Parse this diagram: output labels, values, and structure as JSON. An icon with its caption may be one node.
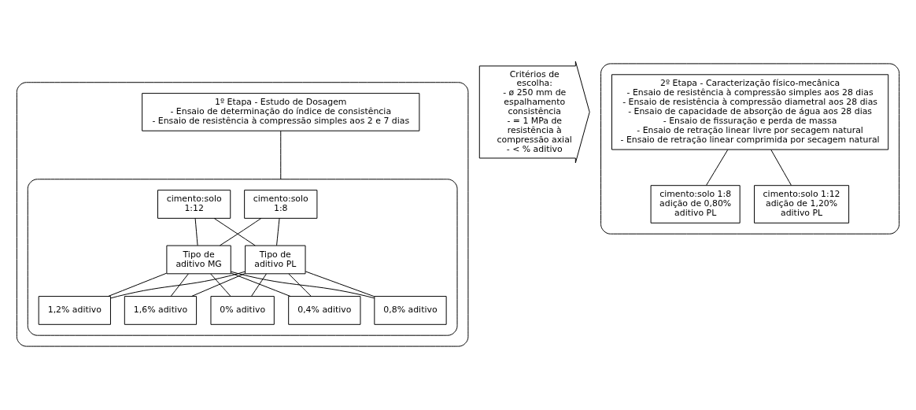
{
  "diagram": {
    "nodes": [
      {
        "text": [],
        "shape": "box"
      },
      {
        "text": [
          "1º Etapa - Estudo de Dosagem",
          "- Ensaio de determinação do índice de consistência",
          "- Ensaio de resistência à compressão simples aos 2 e 7 dias"
        ],
        "in": 0
      },
      {
        "text": [],
        "shape": "box",
        "in": 0
      },
      {
        "text": [
          "cimento:solo 1:8"
        ],
        "in": 2
      },
      {
        "text": [
          "Tipo de aditivo MG"
        ],
        "in": 2
      },
      {
        "text": [
          "0% aditivo"
        ],
        "in": 2
      },
      {
        "text": [
          "0,4% aditivo"
        ],
        "in": 2
      },
      {
        "text": [
          "0,8% aditivo"
        ],
        "in": 2
      },
      {
        "text": [
          "Tipo de aditivo PL"
        ],
        "in": 2
      },
      {
        "text": [
          "1,2% aditivo"
        ],
        "in": 2
      },
      {
        "text": [
          "cimento:solo 1:12"
        ],
        "in": 2
      },
      {
        "text": [
          "1,6% aditivo"
        ],
        "in": 2
      },
      {
        "text": [
          "Critérios de escolha:",
          "- ø 250 mm de espalhamento consistência",
          "- = 1 MPa de resistência à compressão axial",
          "- < % aditivo"
        ]
      },
      {
        "text": [],
        "shape": "box"
      },
      {
        "text": [
          "2º Etapa - Caracterização físico-mecânica",
          "- Ensaio de resistência à compressão simples aos 28 dias",
          "- Ensaio de resistência à compressão diametral aos 28 dias",
          "- Ensaio de capacidade de absorção de água aos 28 dias",
          "- Ensaio de fissuração e perda de massa",
          "- Ensaio de retração linear livre por secagem natural",
          "- Ensaio de retração linear comprimida por secagem natural"
        ],
        "in": 13
      },
      {
        "text": [
          "cimento:solo 1:8 adição de 0,80% aditivo PL"
        ],
        "in": 13
      },
      {
        "text": [
          "cimento:solo 1:12 adição de 1,20% aditivo PL"
        ],
        "in": 13
      }
    ],
    "edges": [
      {
        "from": 1,
        "to": 2,
        "arrow": "none"
      },
      {
        "from": 3,
        "to": 4,
        "arrow": "none"
      },
      {
        "from": 3,
        "to": 8,
        "arrow": "none"
      },
      {
        "from": 10,
        "to": 4,
        "arrow": "none"
      },
      {
        "from": 10,
        "to": 8,
        "arrow": "none"
      },
      {
        "from": 4,
        "to": 5,
        "arrow": "none"
      },
      {
        "from": 4,
        "to": 6,
        "arrow": "none"
      },
      {
        "from": 4,
        "to": 7,
        "arrow": "none"
      },
      {
        "from": 4,
        "to": 9,
        "arrow": "none"
      },
      {
        "from": 4,
        "to": 11,
        "arrow": "none"
      },
      {
        "from": 8,
        "to": 5,
        "arrow": "none"
      },
      {
        "from": 8,
        "to": 6,
        "arrow": "none"
      },
      {
        "from": 8,
        "to": 7,
        "arrow": "none"
      },
      {
        "from": 8,
        "to": 9,
        "arrow": "none"
      },
      {
        "from": 8,
        "to": 11,
        "arrow": "none"
      },
      {
        "from": 14,
        "to": 15,
        "arrow": "none"
      },
      {
        "from": 14,
        "to": 16,
        "arrow": "none"
      }
    ]
  }
}
